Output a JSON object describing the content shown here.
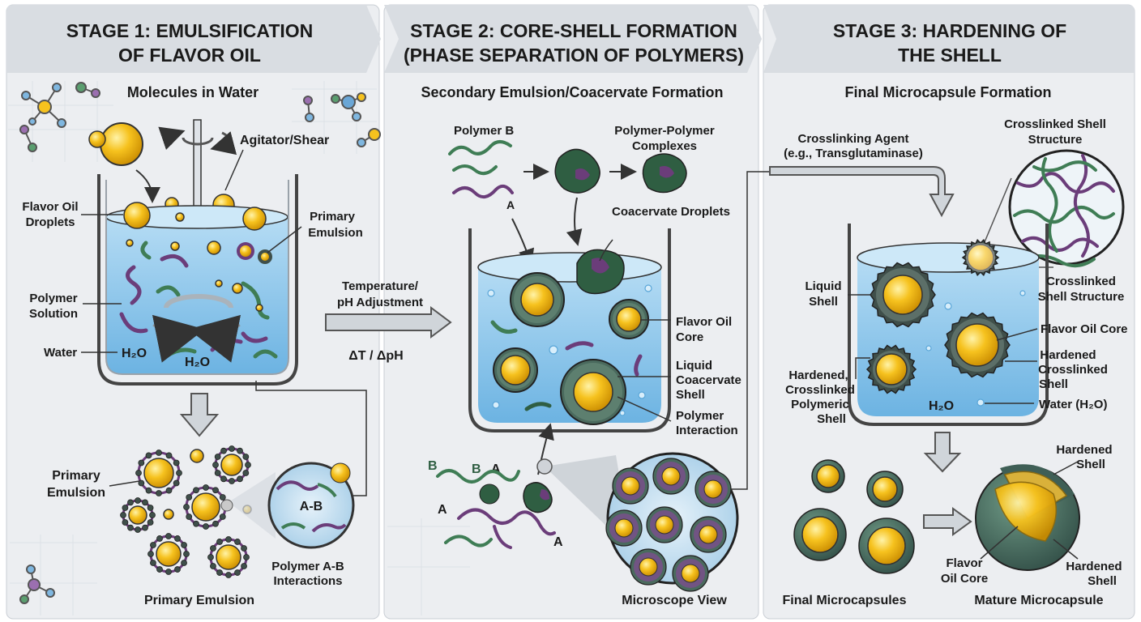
{
  "colors": {
    "panel_bg": "#eceef1",
    "header_bg": "#d9dde2",
    "water": "#8cc6ea",
    "water_dark": "#5aa6d8",
    "oil": "#f6c21e",
    "oil_dark": "#c98b00",
    "polymer_a": "#6b3d7a",
    "polymer_b": "#3f7d55",
    "shell_dark": "#3f4f4a",
    "outline": "#333333"
  },
  "stage1": {
    "title_line1": "STAGE 1: EMULSIFICATION",
    "title_line2": "OF FLAVOR OIL",
    "subtitle": "Molecules in Water",
    "agitator": "Agitator/Shear",
    "flavor_oil_1": "Flavor Oil",
    "flavor_oil_2": "Droplets",
    "primary_emulsion_1": "Primary",
    "primary_emulsion_2": "Emulsion",
    "polymer_solution_1": "Polymer",
    "polymer_solution_2": "Solution",
    "water": "Water",
    "h2o_a": "H₂O",
    "h2o_b": "H₂O",
    "primary_emulsion_side_1": "Primary",
    "primary_emulsion_side_2": "Emulsion",
    "ab_label": "A-B",
    "interactions_1": "Polymer A-B",
    "interactions_2": "Interactions",
    "caption": "Primary Emulsion"
  },
  "transition1": {
    "line1": "Temperature/",
    "line2": "pH Adjustment",
    "delta": "ΔT / ΔpH"
  },
  "stage2": {
    "title_line1": "STAGE 2: CORE-SHELL FORMATION",
    "title_line2": "(PHASE SEPARATION OF POLYMERS)",
    "subtitle": "Secondary Emulsion/Coacervate Formation",
    "polymer_b": "Polymer B",
    "polymer_a_letter": "A",
    "complexes_1": "Polymer-Polymer",
    "complexes_2": "Complexes",
    "coacervate_droplets": "Coacervate Droplets",
    "core_1": "Flavor Oil",
    "core_2": "Core",
    "liquid_shell_1": "Liquid",
    "liquid_shell_2": "Coacervate",
    "liquid_shell_3": "Shell",
    "interaction_1": "Polymer",
    "interaction_2": "Interaction",
    "b1": "B",
    "b2": "B",
    "a1": "A",
    "a2": "A",
    "a3": "A",
    "microscope": "Microscope View"
  },
  "stage3": {
    "title_line1": "STAGE 3: HARDENING OF",
    "title_line2": "THE SHELL",
    "subtitle": "Final Microcapsule Formation",
    "crosslinker_1": "Crosslinking Agent",
    "crosslinker_2": "(e.g., Transglutaminase)",
    "structure_top_1": "Crosslinked Shell",
    "structure_top_2": "Structure",
    "liquid_shell_1": "Liquid",
    "liquid_shell_2": "Shell",
    "structure_side_1": "Crosslinked",
    "structure_side_2": "Shell Structure",
    "core": "Flavor Oil Core",
    "hardened_1": "Hardened",
    "hardened_2": "Crosslinked",
    "hardened_3": "Shell",
    "hardened_poly_1": "Hardened,",
    "hardened_poly_2": "Crosslinked",
    "hardened_poly_3": "Polymeric",
    "hardened_poly_4": "Shell",
    "h2o": "H₂O",
    "water": "Water (H₂O)",
    "mature_shell_top_1": "Hardened",
    "mature_shell_top_2": "Shell",
    "mature_core_1": "Flavor",
    "mature_core_2": "Oil Core",
    "mature_shell_bottom_1": "Hardened",
    "mature_shell_bottom_2": "Shell",
    "final_caption": "Final Microcapsules",
    "mature_caption": "Mature Microcapsule"
  }
}
